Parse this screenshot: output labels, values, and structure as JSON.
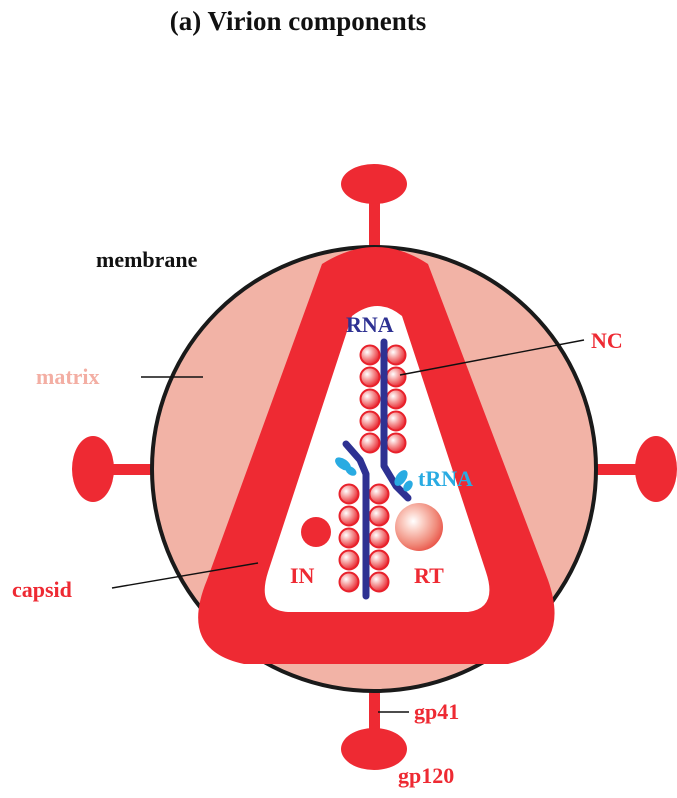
{
  "title": "(a) Virion components",
  "labels": {
    "membrane": "membrane",
    "matrix": "matrix",
    "capsid": "capsid",
    "rna": "RNA",
    "nc": "NC",
    "trna": "tRNA",
    "in": "IN",
    "rt": "RT",
    "gp41": "gp41",
    "gp120": "gp120"
  },
  "colors": {
    "red": "#ee2a33",
    "matrix_fill": "#f2b3a6",
    "matrix_label": "#f3aea3",
    "membrane_stroke": "#1a1a1a",
    "rna_blue": "#2e3192",
    "trna_cyan": "#29abe2",
    "text_black": "#111111"
  }
}
